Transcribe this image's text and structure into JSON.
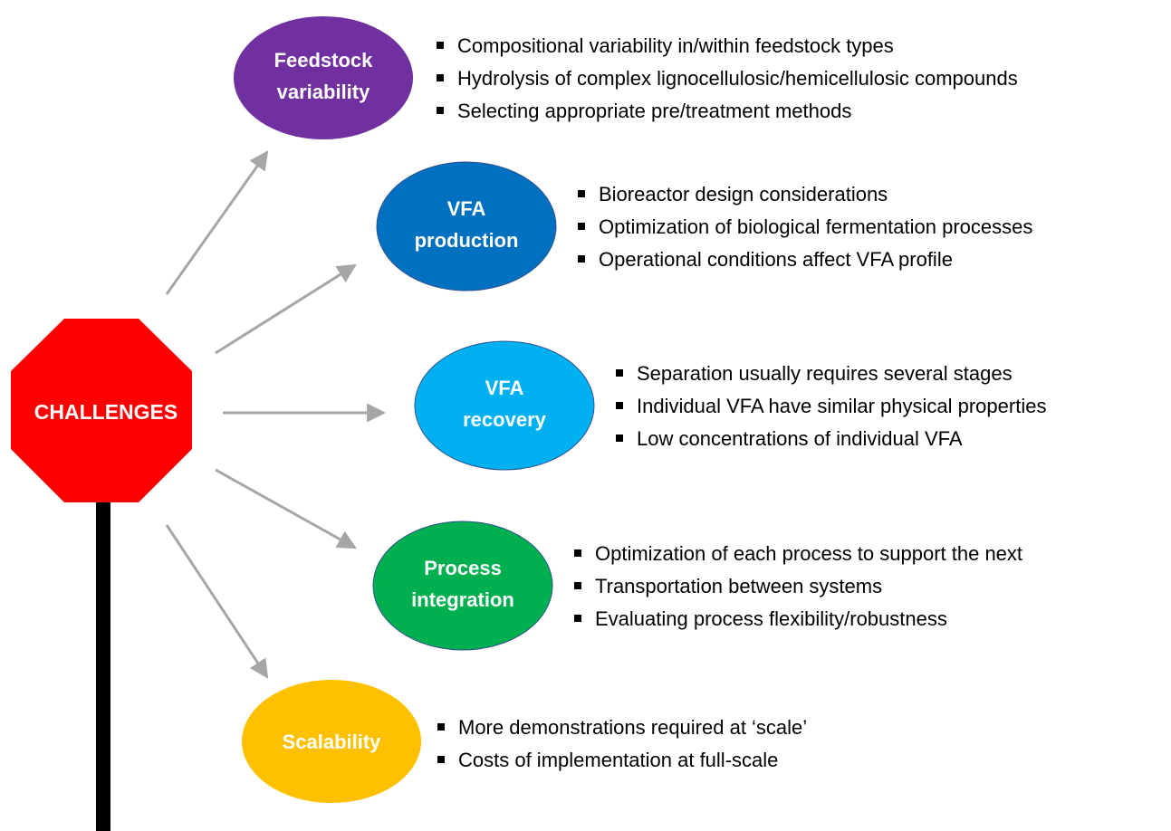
{
  "center": {
    "label": "CHALLENGES",
    "color": "#ff0000",
    "pole_color": "#000000"
  },
  "arrow_color": "#a6a6a6",
  "challenges": [
    {
      "id": "feedstock-variability",
      "label_lines": [
        "Feedstock",
        "variability"
      ],
      "color": "#7030a0",
      "bullets": [
        "Compositional variability in/within feedstock types",
        "Hydrolysis of complex lignocellulosic/hemicellulosic compounds",
        "Selecting appropriate pre/treatment methods"
      ]
    },
    {
      "id": "vfa-production",
      "label_lines": [
        "VFA",
        "production"
      ],
      "color": "#0070c0",
      "bullets": [
        "Bioreactor design considerations",
        "Optimization of biological fermentation processes",
        "Operational conditions affect VFA profile"
      ]
    },
    {
      "id": "vfa-recovery",
      "label_lines": [
        "VFA",
        "recovery"
      ],
      "color": "#00b0f0",
      "bullets": [
        "Separation usually requires several stages",
        "Individual VFA have similar physical properties",
        "Low concentrations of individual VFA"
      ]
    },
    {
      "id": "process-integration",
      "label_lines": [
        "Process",
        "integration"
      ],
      "color": "#00b050",
      "bullets": [
        "Optimization of each process to support the next",
        "Transportation between systems",
        "Evaluating process flexibility/robustness"
      ]
    },
    {
      "id": "scalability",
      "label_lines": [
        "Scalability"
      ],
      "color": "#ffc000",
      "bullets": [
        "More demonstrations required at ‘scale’",
        "Costs of implementation at full-scale"
      ]
    }
  ]
}
